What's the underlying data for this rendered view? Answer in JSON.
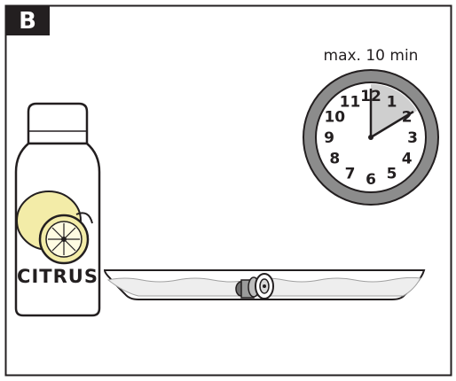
{
  "step": {
    "label": "B"
  },
  "bottle": {
    "brand": "CITRUS",
    "fruit_icon": "lemon-icon",
    "liquid_color": "#f3eca8"
  },
  "clock": {
    "note": "max. 10 min",
    "numbers": [
      "12",
      "1",
      "2",
      "3",
      "4",
      "5",
      "6",
      "7",
      "8",
      "9",
      "10",
      "11"
    ],
    "shaded_minutes": 10,
    "rim_color": "#8c8c8c",
    "shade_color": "#cfcfcf"
  },
  "tray": {
    "part_icon": "nozzle-part-icon",
    "liquid_color": "#eeeeee"
  },
  "colors": {
    "outline": "#231f20",
    "label_bg": "#231f20",
    "label_text": "#ffffff"
  }
}
